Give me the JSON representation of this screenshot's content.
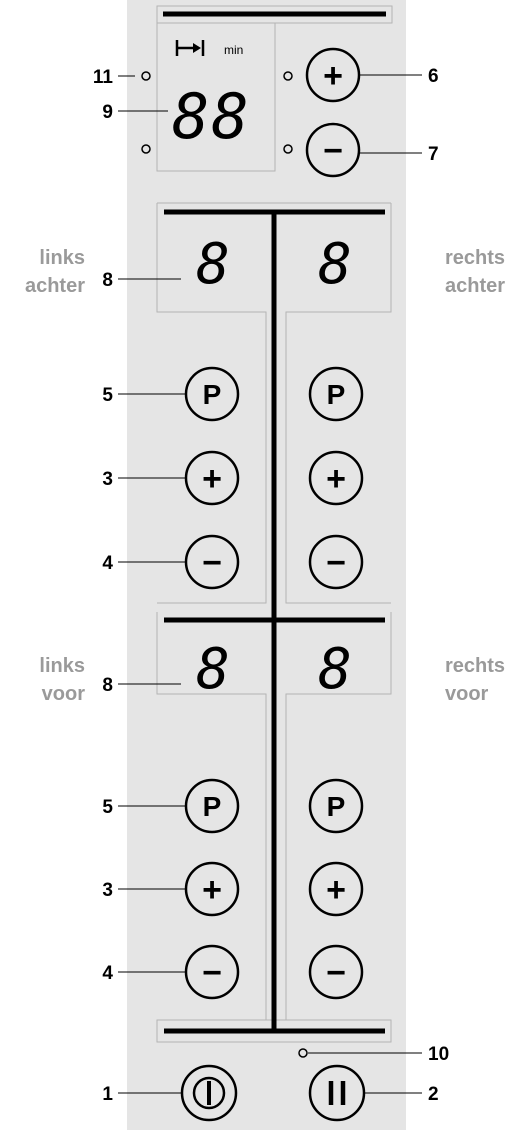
{
  "timer": {
    "display": "88",
    "unit": "min"
  },
  "zones": {
    "rear_left": {
      "line1": "links",
      "line2": "achter",
      "display": "8"
    },
    "rear_right": {
      "line1": "rechts",
      "line2": "achter",
      "display": "8"
    },
    "front_left": {
      "line1": "links",
      "line2": "voor",
      "display": "8"
    },
    "front_right": {
      "line1": "rechts",
      "line2": "voor",
      "display": "8"
    }
  },
  "buttons": {
    "p": "P",
    "plus": "+",
    "minus": "−"
  },
  "callouts": {
    "n1": "1",
    "n2": "2",
    "n3": "3",
    "n4": "4",
    "n5": "5",
    "n6": "6",
    "n7": "7",
    "n8": "8",
    "n9": "9",
    "n10": "10",
    "n11": "11"
  },
  "colors": {
    "panel": "#e5e5e5",
    "box_border": "#b4b4b4",
    "label_gray": "#9a9a9a",
    "ink": "#000000"
  }
}
